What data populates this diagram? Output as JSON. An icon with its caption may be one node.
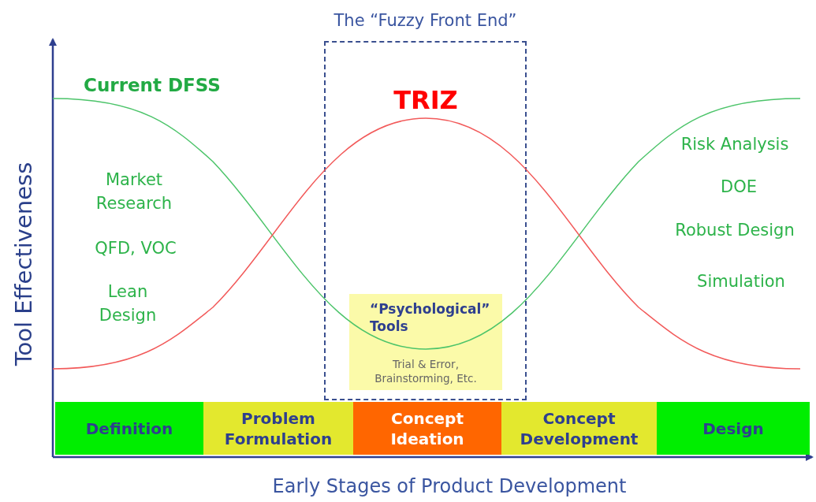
{
  "diagram": {
    "nodes": [
      {
        "text": [
          "The “Fuzzy Front End”"
        ]
      },
      {
        "text": [
          "“Psychological” Tools",
          "Trial & Error, Brainstorming, Etc."
        ],
        "in": 0
      },
      {
        "text": [
          "Definition"
        ]
      },
      {
        "text": [
          "Problem Formulation"
        ]
      },
      {
        "text": [
          "Concept Ideation"
        ]
      },
      {
        "text": [
          "Concept Development"
        ]
      },
      {
        "text": [
          "Design"
        ]
      }
    ],
    "labels": [
      "Current DFSS",
      "TRIZ",
      "Market Research",
      "QFD, VOC",
      "Lean Design",
      "Risk Analysis",
      "DOE",
      "Robust Design",
      "Simulation",
      "Tool Effectiveness",
      "Early Stages of Product Development"
    ]
  }
}
